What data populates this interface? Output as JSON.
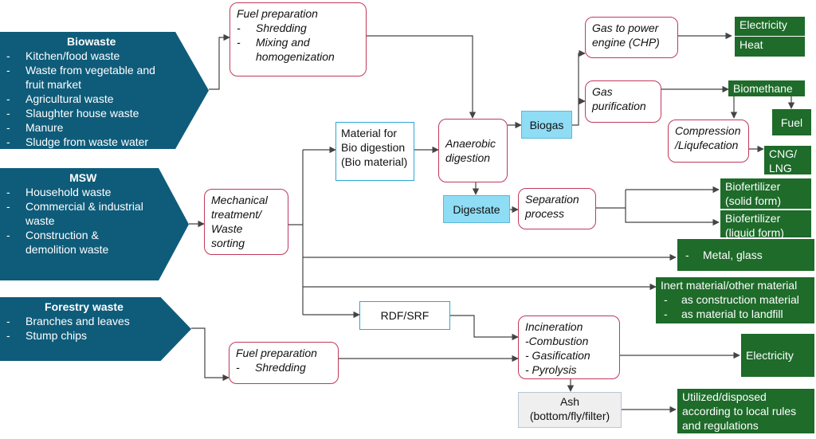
{
  "sources": {
    "biowaste": {
      "title": "Biowaste",
      "items": [
        "Kitchen/food waste",
        "Waste from vegetable and\nfruit market",
        "Agricultural waste",
        "Slaughter house waste",
        "Manure",
        "Sludge from waste water"
      ]
    },
    "msw": {
      "title": "MSW",
      "items": [
        "Household waste",
        "Commercial & industrial\nwaste",
        "Construction &\ndemolition waste"
      ]
    },
    "forestry": {
      "title": "Forestry waste",
      "items": [
        "Branches and leaves",
        "Stump chips"
      ]
    }
  },
  "processes": {
    "fuel_prep_top": {
      "title": "Fuel preparation",
      "items": [
        "Shredding",
        "Mixing and\nhomogenization"
      ]
    },
    "mechanical": "Mechanical\ntreatment/\nWaste\nsorting",
    "anaerobic": "Anaerobic\ndigestion",
    "gas_to_power": "Gas to power\nengine (CHP)",
    "gas_purification": "Gas\npurification",
    "compression": "Compression\n/Liqufecation",
    "separation": "Separation\nprocess",
    "incineration": "Incineration\n-Combustion\n- Gasification\n- Pyrolysis",
    "fuel_prep_bottom": {
      "title": "Fuel preparation",
      "items": [
        "Shredding"
      ]
    }
  },
  "materials": {
    "bio_material": "Material for\nBio digestion\n(Bio material)",
    "rdf_srf": "RDF/SRF"
  },
  "intermediates": {
    "biogas": "Biogas",
    "digestate": "Digestate"
  },
  "products": {
    "electricity_top": "Electricity",
    "heat": "Heat",
    "biomethane": "Biomethane",
    "fuel": "Fuel",
    "cng_lng": "CNG/\nLNG",
    "biofertilizer_solid": "Biofertilizer\n(solid form)",
    "biofertilizer_liquid": "Biofertilizer\n(liquid form)",
    "metal_glass": "Metal, glass",
    "inert": {
      "title": "Inert material/other material",
      "items": [
        "as construction material",
        "as material to landfill"
      ]
    },
    "electricity_bottom": "Electricity",
    "utilized": "Utilized/disposed\naccording to local rules\nand regulations"
  },
  "ash": "Ash\n(bottom/fly/filter)",
  "colors": {
    "source_fill": "#0f5c7a",
    "process_border": "#c0395c",
    "material_border": "#2aa7d8",
    "intermediate_fill": "#8fdcf5",
    "product_fill": "#1e6b2a",
    "ash_fill": "#efefef",
    "connector": "#444444"
  }
}
